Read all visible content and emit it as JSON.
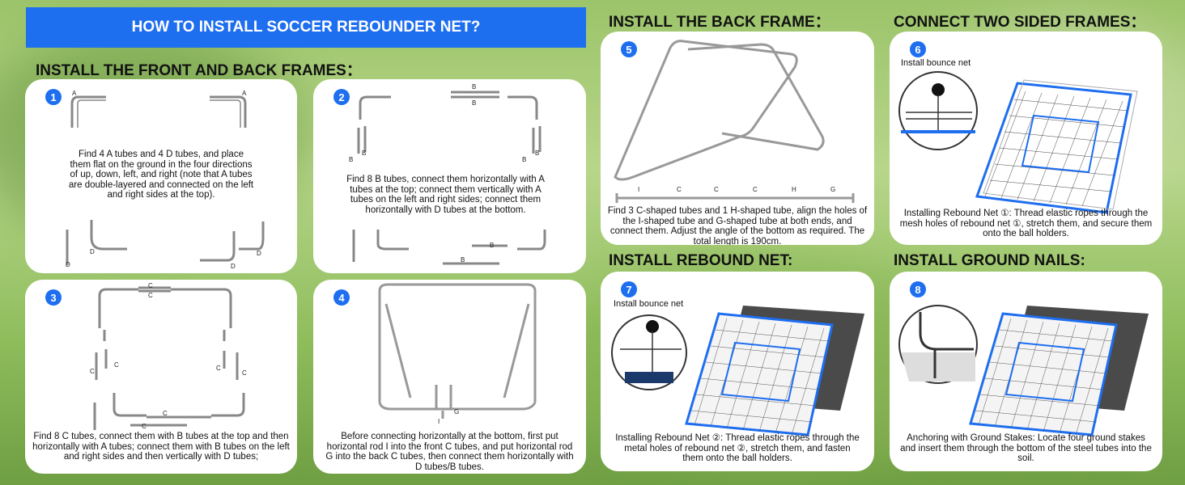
{
  "banner": {
    "title": "HOW TO INSTALL SOCCER REBOUNDER NET?"
  },
  "headings": {
    "front_back": "INSTALL THE FRONT AND BACK FRAMES：",
    "back_frame": "INSTALL THE BACK FRAME：",
    "two_sided": "CONNECT TWO SIDED FRAMES：",
    "rebound_net": "INSTALL REBOUND NET:",
    "ground_nails": "INSTALL GROUND NAILS:"
  },
  "steps": [
    {
      "number": "1",
      "caption": "Find 4 A tubes and 4 D tubes, and place them flat on the ground in the four directions of up, down, left, and right (note that A tubes are double-layered and connected on the left and right sides at the top)."
    },
    {
      "number": "2",
      "caption": "Find 8 B tubes, connect them horizontally with A tubes at the top; connect them vertically with A tubes on the left and right sides; connect them horizontally with D tubes at the bottom."
    },
    {
      "number": "3",
      "caption": "Find 8 C tubes, connect them with B tubes at the top and then horizontally with A tubes; connect them with B tubes on the left and right sides and then vertically with D tubes;"
    },
    {
      "number": "4",
      "caption": "Before connecting horizontally at the bottom, first put horizontal rod I into the front C tubes, and put horizontal rod G into the back C tubes, then connect them horizontally with D tubes/B tubes."
    },
    {
      "number": "5",
      "caption": "Find 3 C-shaped tubes and 1 H-shaped tube, align the holes of the I-shaped tube and G-shaped tube at both ends, and connect them. Adjust the angle of the bottom as required. The total length is 190cm."
    },
    {
      "number": "6",
      "caption": "Installing Rebound Net ①: Thread elastic ropes through the mesh holes of rebound net ①, stretch them, and secure them onto the ball holders.",
      "inset_label": "Install bounce net"
    },
    {
      "number": "7",
      "caption": "Installing Rebound Net ②: Thread elastic ropes through the metal holes of rebound net ②, stretch them, and fasten them onto the ball holders.",
      "inset_label": "Install bounce net"
    },
    {
      "number": "8",
      "caption": "Anchoring with Ground Stakes: Locate four ground stakes and insert them through the bottom of the steel tubes into the soil."
    }
  ],
  "tube_labels": {
    "a": "A",
    "b": "B",
    "c": "C",
    "d": "D",
    "g": "G",
    "h": "H",
    "i": "I"
  },
  "colors": {
    "accent": "#1e6ef0",
    "panel": "#ffffff",
    "heading": "#121212"
  }
}
